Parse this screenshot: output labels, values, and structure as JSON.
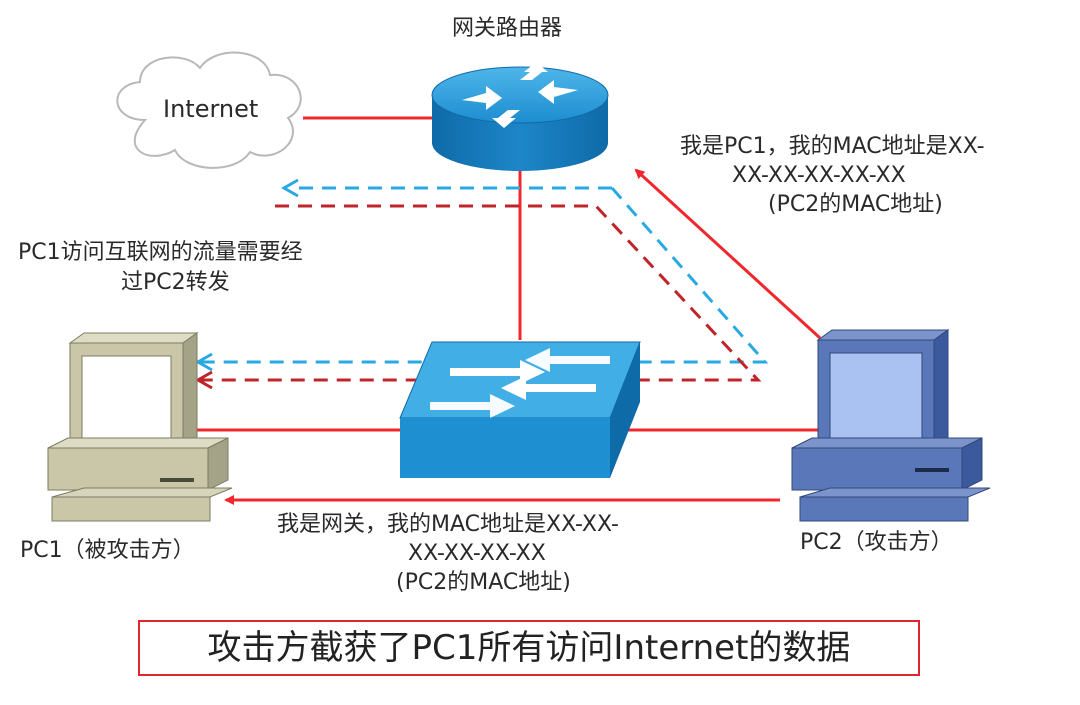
{
  "nodes": {
    "internet": "Internet",
    "router": "网关路由器",
    "pc1": "PC1（被攻击方）",
    "pc2": "PC2（攻击方）"
  },
  "annotations": {
    "traffic_note": [
      "PC1访问互联网的流量需要经",
      "过PC2转发"
    ],
    "spoof_to_router": [
      "我是PC1，我的MAC地址是XX-",
      "XX-XX-XX-XX-XX",
      "(PC2的MAC地址)"
    ],
    "spoof_to_pc1": [
      "我是网关，我的MAC地址是XX-XX-",
      "XX-XX-XX-XX",
      "(PC2的MAC地址)"
    ]
  },
  "conclusion": "攻击方截获了PC1所有访问Internet的数据",
  "colors": {
    "link": "#f0282d",
    "traffic_blue": "#29a9e1",
    "traffic_red": "#c0232a",
    "device_blue": "#1f8fcf",
    "pc1_body": "#c9c7a8",
    "pc2_body": "#5a78b9"
  }
}
